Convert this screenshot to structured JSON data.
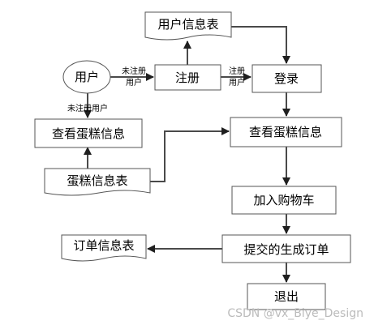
{
  "nodes": {
    "user": "用户",
    "user_info_table": "用户信息表",
    "register": "注册",
    "login": "登录",
    "view_cake_left": "查看蛋糕信息",
    "view_cake_right": "查看蛋糕信息",
    "cake_info_table": "蛋糕信息表",
    "add_cart": "加入购物车",
    "order_info_table": "订单信息表",
    "submit_order": "提交的生成订单",
    "logout": "退出"
  },
  "edge_labels": {
    "user_to_register_line1": "未注册",
    "user_to_register_line2": "用户",
    "register_to_login_line1": "注册",
    "register_to_login_line2": "用户",
    "user_to_view": "未注册用户"
  },
  "watermark": "CSDN @vx_Biye_Design"
}
